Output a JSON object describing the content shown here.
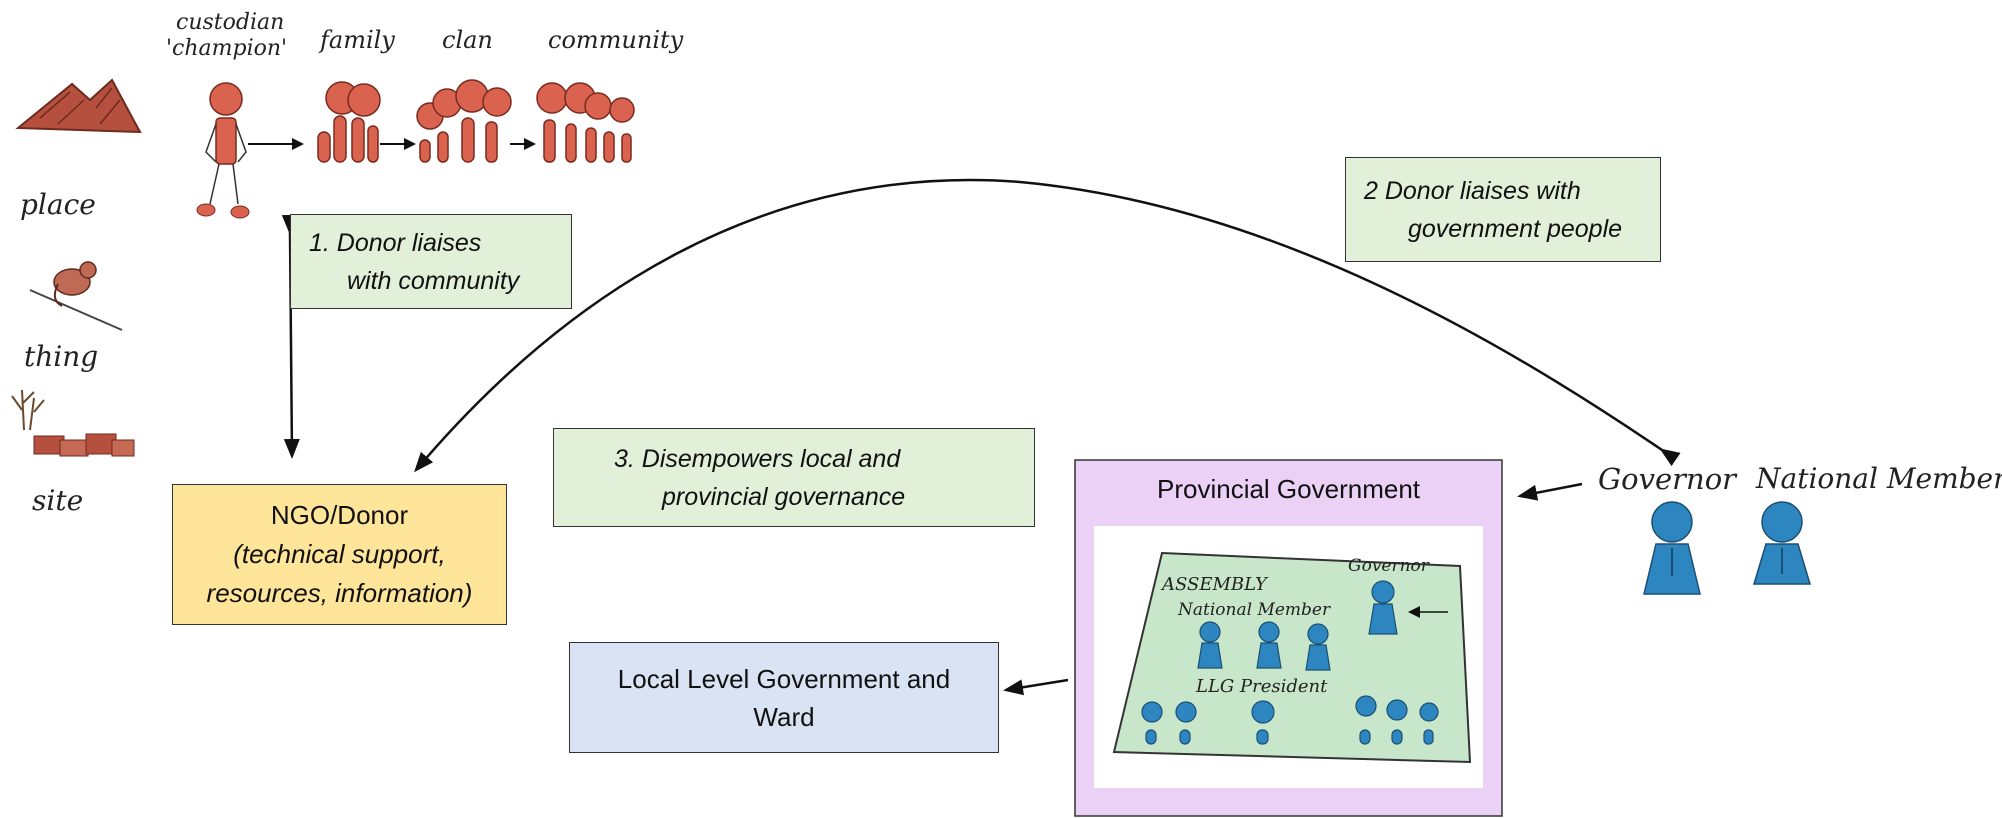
{
  "handwritten": {
    "custodian": "custodian",
    "champion": "'champion'",
    "family": "family",
    "clan": "clan",
    "community": "community",
    "place": "place",
    "thing": "thing",
    "site": "site",
    "governor": "Governor",
    "national_member": "National Member",
    "assembly": "ASSEMBLY",
    "assembly_governor": "Governor",
    "assembly_national_member": "National Member",
    "llg_president": "LLG President"
  },
  "notes": {
    "note1_line1": "1.  Donor liaises",
    "note1_line2": "with community",
    "note2_line1": "2   Donor liaises with",
    "note2_line2": "government people",
    "note3_line1": "3.    Disempowers local and",
    "note3_line2": "provincial governance"
  },
  "ngo": {
    "title": "NGO/Donor",
    "line2": "(technical support,",
    "line3": "resources, information)"
  },
  "provincial": {
    "title": "Provincial Government"
  },
  "llg": {
    "line1": "Local Level Government and",
    "line2": "Ward"
  },
  "colors": {
    "note_fill": "#e2efd9",
    "ngo_fill": "#fee599",
    "llg_fill": "#dae3f3",
    "provincial_fill": "#ead1f5",
    "people_red": "#d9634f",
    "people_blue": "#2e86c1",
    "assembly_green": "#c8e6c9"
  }
}
